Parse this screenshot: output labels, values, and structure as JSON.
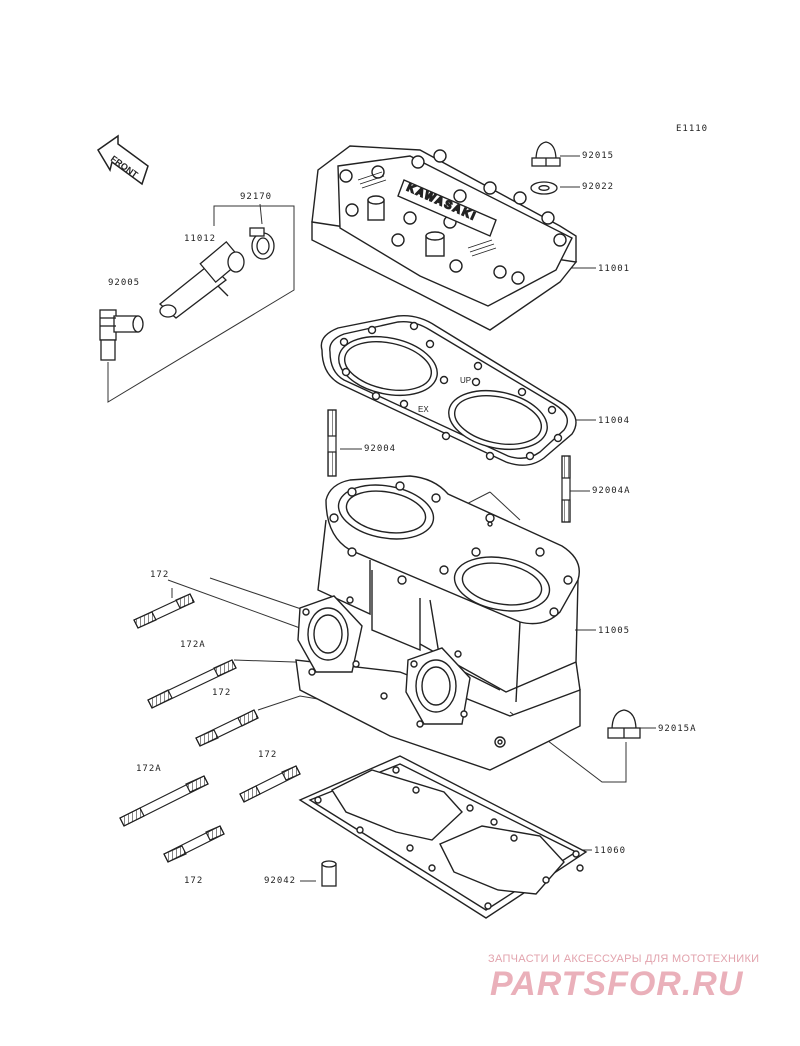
{
  "diagram_id": "E1110",
  "front_label": "FRONT",
  "cover_text": "KAWASAKI",
  "gasket_marks": [
    "UP",
    "EX"
  ],
  "parts": [
    {
      "id": "p-92015",
      "label": "92015"
    },
    {
      "id": "p-92022",
      "label": "92022"
    },
    {
      "id": "p-92170",
      "label": "92170"
    },
    {
      "id": "p-11012",
      "label": "11012"
    },
    {
      "id": "p-92005",
      "label": "92005"
    },
    {
      "id": "p-11001",
      "label": "11001"
    },
    {
      "id": "p-11004",
      "label": "11004"
    },
    {
      "id": "p-92004",
      "label": "92004"
    },
    {
      "id": "p-92004a",
      "label": "92004A"
    },
    {
      "id": "p-172-1",
      "label": "172"
    },
    {
      "id": "p-172a-1",
      "label": "172A"
    },
    {
      "id": "p-172-2",
      "label": "172"
    },
    {
      "id": "p-11005",
      "label": "11005"
    },
    {
      "id": "p-92015a",
      "label": "92015A"
    },
    {
      "id": "p-172a-2",
      "label": "172A"
    },
    {
      "id": "p-172-3",
      "label": "172"
    },
    {
      "id": "p-11060",
      "label": "11060"
    },
    {
      "id": "p-172-4",
      "label": "172"
    },
    {
      "id": "p-92042",
      "label": "92042"
    }
  ],
  "watermark": {
    "tagline": "ЗАПЧАСТИ И АКСЕССУАРЫ ДЛЯ МОТОТЕХНИКИ",
    "logo": "PARTSFOR.RU",
    "color": "#e2a3ad"
  }
}
